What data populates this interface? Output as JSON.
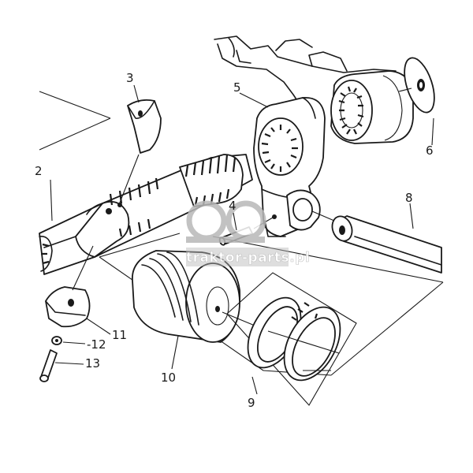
{
  "diagram": {
    "callouts": [
      {
        "id": "callout-3",
        "text": "3"
      },
      {
        "id": "callout-5",
        "text": "5"
      },
      {
        "id": "callout-2",
        "text": "2"
      },
      {
        "id": "callout-4",
        "text": "4"
      },
      {
        "id": "callout-8",
        "text": "8"
      },
      {
        "id": "callout-6",
        "text": "6"
      },
      {
        "id": "callout-11",
        "text": "11"
      },
      {
        "id": "callout-12",
        "text": "-12"
      },
      {
        "id": "callout-13",
        "text": "13"
      },
      {
        "id": "callout-10",
        "text": "10"
      },
      {
        "id": "callout-9",
        "text": "9"
      }
    ],
    "watermark": {
      "text": "traktor-parts.pl"
    }
  },
  "colors": {
    "ink": "#1a1a1a",
    "paper": "#ffffff",
    "watermark": "#b8b8b8"
  }
}
